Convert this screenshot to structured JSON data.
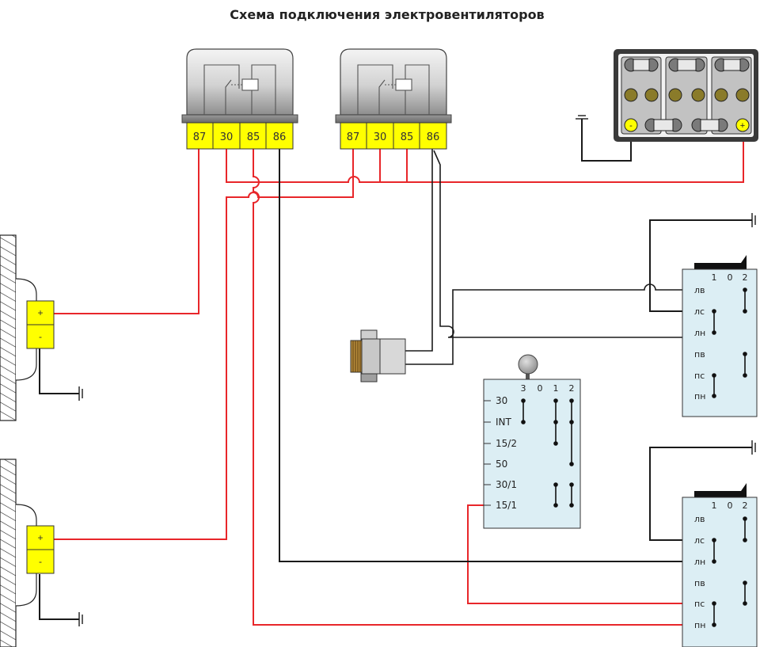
{
  "title": "Схема подключения электровентиляторов",
  "relays": [
    {
      "pins": [
        "87",
        "30",
        "85",
        "86"
      ]
    },
    {
      "pins": [
        "87",
        "30",
        "85",
        "86"
      ]
    }
  ],
  "fans": [
    {
      "plus": "+",
      "minus": "-"
    },
    {
      "plus": "+",
      "minus": "-"
    }
  ],
  "battery": {
    "minus": "-",
    "plus": "+"
  },
  "switches": [
    {
      "positions": [
        "1",
        "0",
        "2"
      ],
      "contacts": [
        "лв",
        "лс",
        "лн",
        "пв",
        "пс",
        "пн"
      ]
    },
    {
      "positions": [
        "1",
        "0",
        "2"
      ],
      "contacts": [
        "лв",
        "лс",
        "лн",
        "пв",
        "пс",
        "пн"
      ]
    }
  ],
  "ignition": {
    "positions": [
      "3",
      "0",
      "1",
      "2"
    ],
    "terminals": [
      "30",
      "INT",
      "15/2",
      "50",
      "30/1",
      "15/1"
    ]
  },
  "colors": {
    "wire_power": "#e8262a",
    "wire_ground": "#1a1a1a",
    "connector": "#ffff00",
    "switch_panel": "#dceef4",
    "relay_body": "#c9c9c9",
    "battery_cell": "#c9c9c9"
  }
}
